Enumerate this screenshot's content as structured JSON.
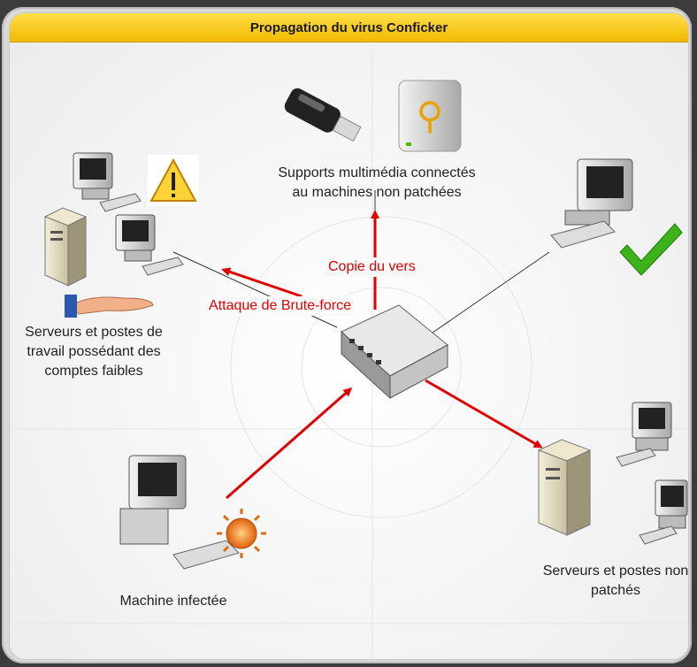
{
  "title": "Propagation du virus Conficker",
  "labels": {
    "usb_line1": "Supports multimédia connectés",
    "usb_line2": "au machines non patchées",
    "copy_worm": "Copie du vers",
    "brute_force": "Attaque de Brute-force",
    "weak_line1": "Serveurs et postes de",
    "weak_line2": "travail possédant des",
    "weak_line3": "comptes faibles",
    "infected": "Machine infectée",
    "unpatched_line1": "Serveurs et postes non",
    "unpatched_line2": "patchés"
  },
  "colors": {
    "title_bar": "#f2b800",
    "arrow": "#e00000",
    "check": "#3db31b",
    "warning": "#f0a400",
    "virus": "#f08a1c"
  },
  "icons": [
    "usb-stick-icon",
    "usb-drive-icon",
    "warning-icon",
    "check-icon",
    "virus-icon",
    "hand-icon",
    "network-switch-icon",
    "computer-icon",
    "server-icon"
  ]
}
